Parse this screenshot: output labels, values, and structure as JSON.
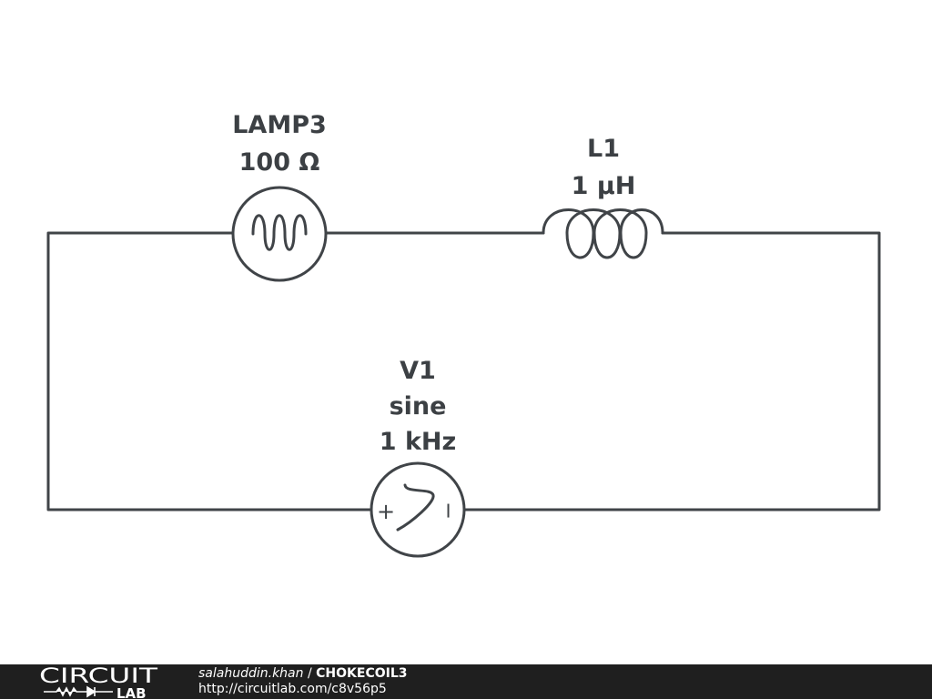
{
  "components": {
    "lamp": {
      "name": "LAMP3",
      "value": "100 Ω"
    },
    "inductor": {
      "name": "L1",
      "value": "1 µH"
    },
    "source": {
      "name": "V1",
      "waveform": "sine",
      "frequency": "1 kHz",
      "plus": "+",
      "minus": "−"
    }
  },
  "footer": {
    "brand_top": "CIRCUIT",
    "brand_bottom": "LAB",
    "author": "salahuddin.khan",
    "separator": " / ",
    "title": "CHOKECOIL3",
    "url": "http://circuitlab.com/c8v56p5"
  },
  "colors": {
    "wire": "#404448",
    "label": "#3c4044",
    "footer_bg": "#1f1f1f",
    "footer_text": "#ffffff"
  }
}
